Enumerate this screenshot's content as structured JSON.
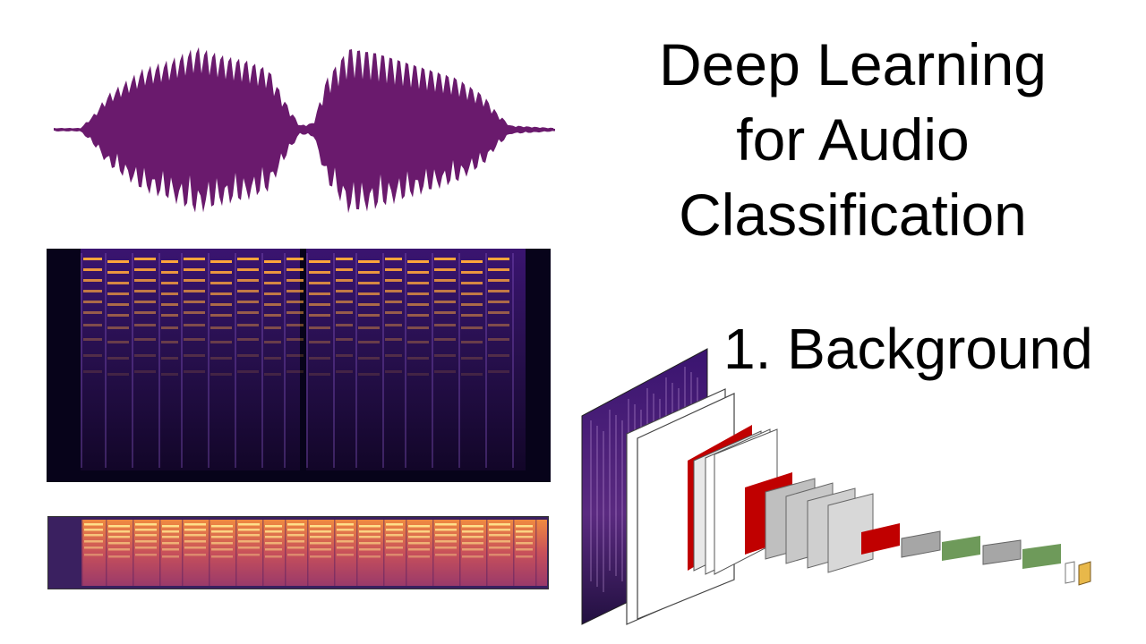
{
  "slide": {
    "title_lines": [
      "Deep Learning",
      "for Audio",
      "Classification"
    ],
    "subtitle": "1. Background"
  },
  "colors": {
    "waveform": "#6a1a6d",
    "spectrogram_dark": "#07031a",
    "spectrogram_harmonic": "#ffa53b",
    "cnn_highlight": "#c00000",
    "cnn_dense": "#6e9a5a",
    "cnn_output": "#e8b84a"
  },
  "graphics": {
    "waveform": "audio-waveform",
    "spectrogram_large": "spectrogram",
    "spectrogram_small": "mel-spectrogram",
    "cnn": "convolutional-neural-network-diagram"
  }
}
